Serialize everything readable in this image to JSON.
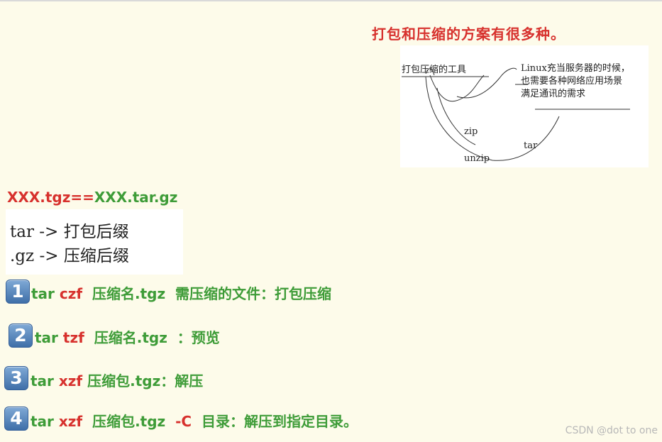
{
  "heading": "打包和压缩的方案有很多种。",
  "sketch": {
    "label_tools": "打包压缩的工具",
    "note_line1": "Linux充当服务器的时候，",
    "note_line2": "也需要各种网络应用场景",
    "note_line3": "满足通讯的需求",
    "zip": "zip",
    "unzip": "unzip",
    "tar": "tar"
  },
  "formula": {
    "part1": "XXX.tgz==",
    "part2": "XXX.tar.gz"
  },
  "codebox": {
    "line1": "tar -> 打包后缀",
    "line2": ".gz -> 压缩后缀"
  },
  "commands": [
    {
      "num": "1",
      "a": "tar ",
      "b": "czf",
      "c": "  压缩名.tgz  需压缩的文件：打包压缩"
    },
    {
      "num": "2",
      "a": "tar ",
      "b": "tzf",
      "c": "  压缩名.tgz  ：预览"
    },
    {
      "num": "3",
      "a": "tar ",
      "b": "xzf",
      "c": " 压缩包.tgz：解压"
    },
    {
      "num": "4",
      "a": "tar ",
      "b": "xzf",
      "c": "  压缩包.tgz  ",
      "d": "-C",
      "e": "  目录：解压到指定目录。"
    }
  ],
  "watermark": "CSDN @dot to one",
  "colors": {
    "red": "#d7312d",
    "green": "#3e9c38",
    "background": "#fdfbea"
  }
}
